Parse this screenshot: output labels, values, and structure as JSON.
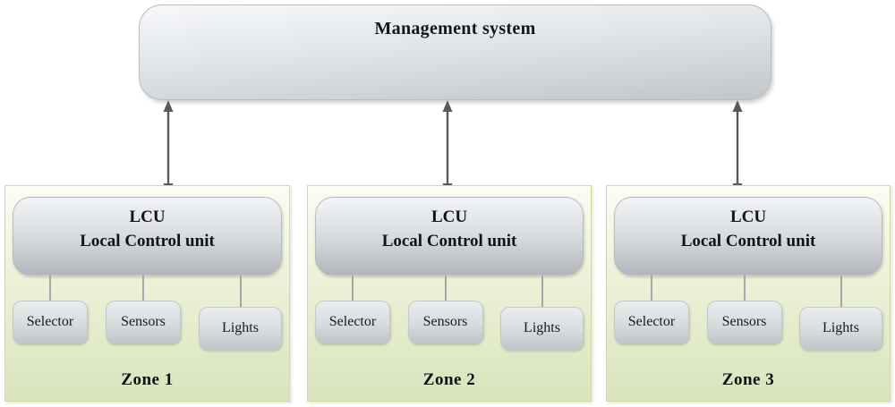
{
  "diagram": {
    "management": {
      "label": "Management system"
    },
    "zones": [
      {
        "label": "Zone 1",
        "lcu": {
          "title": "LCU",
          "subtitle": "Local Control unit"
        },
        "components": [
          "Selector",
          "Sensors",
          "Lights"
        ]
      },
      {
        "label": "Zone 2",
        "lcu": {
          "title": "LCU",
          "subtitle": "Local Control unit"
        },
        "components": [
          "Selector",
          "Sensors",
          "Lights"
        ]
      },
      {
        "label": "Zone 3",
        "lcu": {
          "title": "LCU",
          "subtitle": "Local Control unit"
        },
        "components": [
          "Selector",
          "Sensors",
          "Lights"
        ]
      }
    ],
    "colors": {
      "gray_box_top": "#f2f4f7",
      "gray_box_bottom": "#b2b5ba",
      "zone_bg_top": "#fcfcf2",
      "zone_bg_bottom": "#d9e4bc",
      "zone_border": "#d6d8a6",
      "arrow": "#5a5a5a",
      "connector_line": "#a6a6a6",
      "text": "#15151d"
    }
  }
}
